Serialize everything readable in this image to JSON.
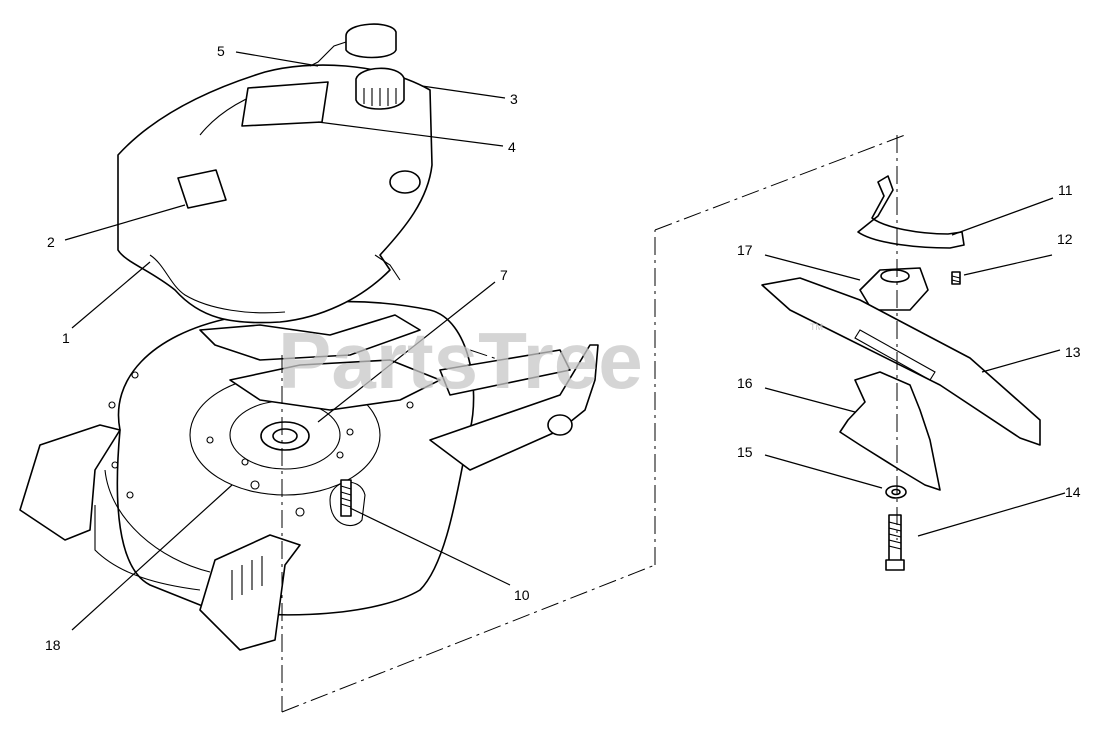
{
  "watermark": {
    "text": "PartsTree",
    "trademark": "TM",
    "color": "#c8c8c8"
  },
  "callouts": [
    {
      "id": "1",
      "label": "1"
    },
    {
      "id": "2",
      "label": "2"
    },
    {
      "id": "3",
      "label": "3"
    },
    {
      "id": "4",
      "label": "4"
    },
    {
      "id": "5",
      "label": "5"
    },
    {
      "id": "7",
      "label": "7"
    },
    {
      "id": "10",
      "label": "10"
    },
    {
      "id": "11",
      "label": "11"
    },
    {
      "id": "12",
      "label": "12"
    },
    {
      "id": "13",
      "label": "13"
    },
    {
      "id": "14",
      "label": "14"
    },
    {
      "id": "15",
      "label": "15"
    },
    {
      "id": "16",
      "label": "16"
    },
    {
      "id": "17",
      "label": "17"
    },
    {
      "id": "18",
      "label": "18"
    }
  ]
}
